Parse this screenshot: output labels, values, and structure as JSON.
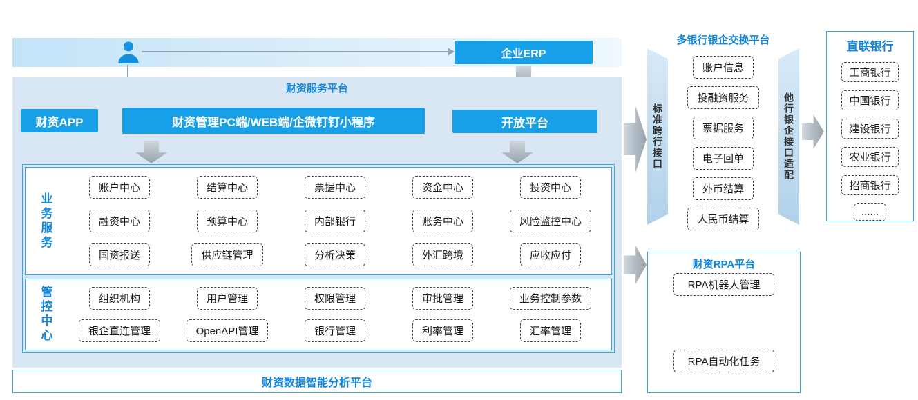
{
  "page": {
    "service_platform_label": "财资服务平台",
    "bottom_bar_label": "财资数据智能分析平台"
  },
  "top": {
    "erp_label": "企业ERP"
  },
  "apps": {
    "treasury_app": "财资APP",
    "pc_web_mini": "财资管理PC端/WEB端/企微钉钉小程序",
    "open_platform": "开放平台"
  },
  "business": {
    "side_label": "业务服务",
    "rows": [
      [
        "账户中心",
        "结算中心",
        "票据中心",
        "资金中心",
        "投资中心"
      ],
      [
        "融资中心",
        "预算中心",
        "内部银行",
        "账务中心",
        "风险监控中心"
      ],
      [
        "国资报送",
        "供应链管理",
        "分析决策",
        "外汇跨境",
        "应收应付"
      ]
    ]
  },
  "control": {
    "side_label": "管控中心",
    "rows": [
      [
        "组织机构",
        "用户管理",
        "权限管理",
        "审批管理",
        "业务控制参数"
      ],
      [
        "银企直连管理",
        "OpenAPI管理",
        "银行管理",
        "利率管理",
        "汇率管理"
      ]
    ]
  },
  "exchange": {
    "title": "多银行银企交换平台",
    "left_label": "标准跨行接口",
    "right_label": "他行银企接口适配",
    "items": [
      "账户信息",
      "投融资服务",
      "票据服务",
      "电子回单",
      "外币结算",
      "人民币结算"
    ]
  },
  "banks": {
    "title": "直联银行",
    "items": [
      "工商银行",
      "中国银行",
      "建设银行",
      "农业银行",
      "招商银行",
      "......"
    ]
  },
  "rpa": {
    "title": "财资RPA平台",
    "items": [
      "RPA机器人管理",
      "RPA自动化任务"
    ]
  },
  "icons": {
    "user": "user-icon"
  },
  "colors": {
    "accent_blue": "#17a0e8",
    "label_blue": "#1287dd",
    "panel_border": "#36a9e0",
    "container_bg": "#d9e7f4",
    "arrow_gray": "#96a2ac"
  }
}
